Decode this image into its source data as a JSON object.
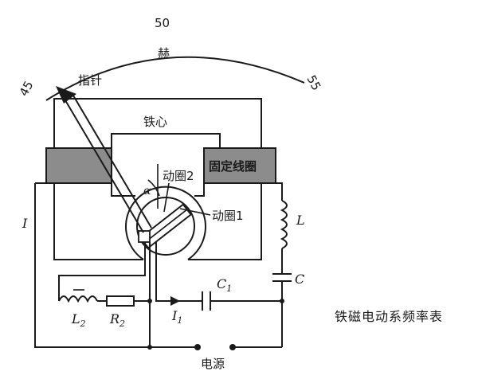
{
  "scale": {
    "ticks": [
      "45",
      "50",
      "55"
    ],
    "unit": "赫"
  },
  "labels": {
    "pointer": "指针",
    "iron_core": "铁心",
    "fixed_coil": "固定线圈",
    "moving_coil_2": "动圈2",
    "moving_coil_1": "动圈1",
    "alpha": "α",
    "current_i": "I",
    "inductor_l": "L",
    "capacitor_c": "C",
    "capacitor_c1_main": "C",
    "capacitor_c1_sub": "1",
    "current_i1_main": "I",
    "current_i1_sub": "1",
    "inductor_l2_main": "L",
    "inductor_l2_sub": "2",
    "resistor_r2_main": "R",
    "resistor_r2_sub": "2",
    "power_source": "电源"
  },
  "caption": "铁磁电动系频率表"
}
